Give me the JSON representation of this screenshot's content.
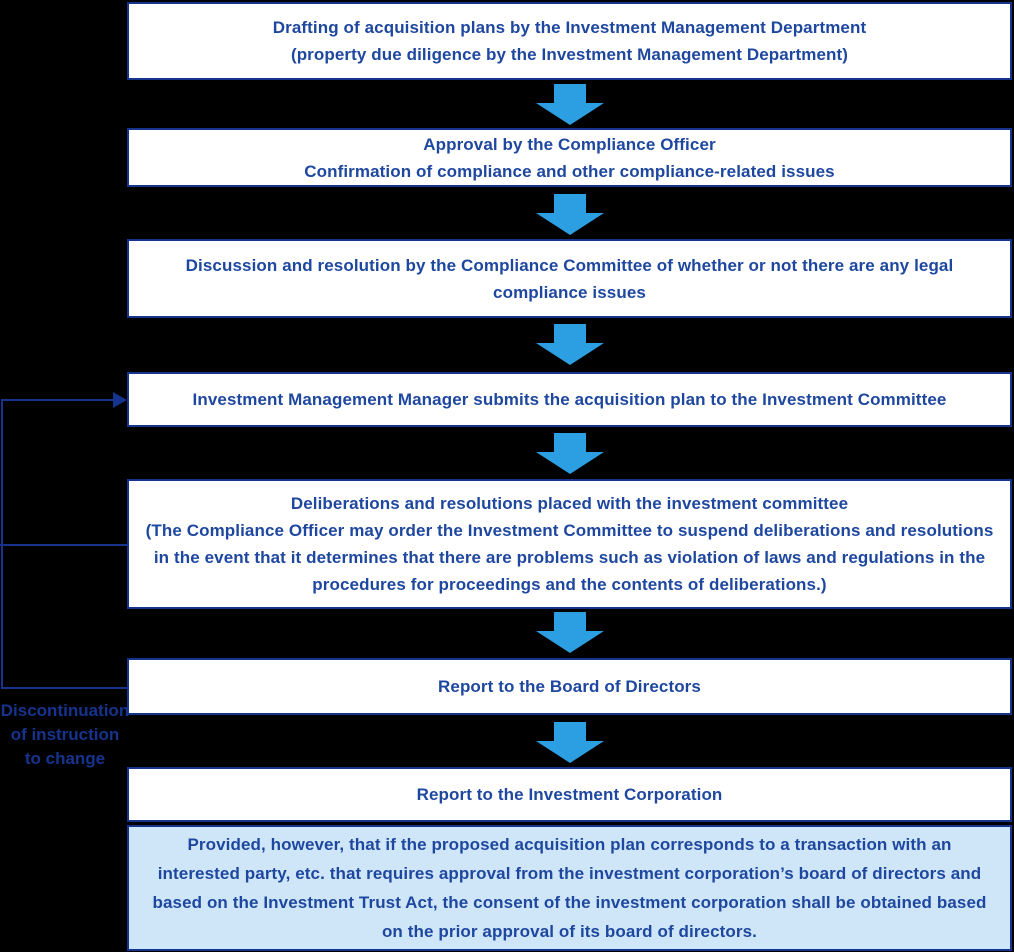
{
  "colors": {
    "background": "#000000",
    "box-fill": "#ffffff",
    "box-border": "#16338e",
    "box-text": "#1e479f",
    "arrow": "#2b9fe1",
    "note-fill": "#cfe6f8",
    "loop": "#16338e"
  },
  "flow": {
    "steps": [
      {
        "text": "Drafting of acquisition plans by the Investment Management Department\n(property due diligence by the Investment Management Department)"
      },
      {
        "text": "Approval by the Compliance Officer\nConfirmation of compliance and other compliance-related issues"
      },
      {
        "text": "Discussion and resolution by the Compliance Committee of whether or not there are any legal\ncompliance issues"
      },
      {
        "text": "Investment Management Manager submits the acquisition plan to the Investment Committee"
      },
      {
        "text": "Deliberations and resolutions placed with the investment committee\n(The Compliance Officer may order the Investment Committee to suspend deliberations and resolutions\nin the event that it determines that there are problems such as violation of laws and regulations in the\nprocedures for proceedings and the contents of deliberations.)"
      },
      {
        "text": "Report to the Board of Directors"
      },
      {
        "text": "Report to the Investment Corporation"
      }
    ],
    "footnote": "Provided, however, that if the proposed acquisition plan corresponds to a transaction with an\ninterested party, etc. that requires approval from the investment corporation’s board of directors and\nbased on the Investment Trust Act, the consent of the investment corporation shall be obtained based\non the prior approval of its board of directors."
  },
  "feedback_loop": {
    "label": "Discontinuation\nof instruction\nto change"
  }
}
